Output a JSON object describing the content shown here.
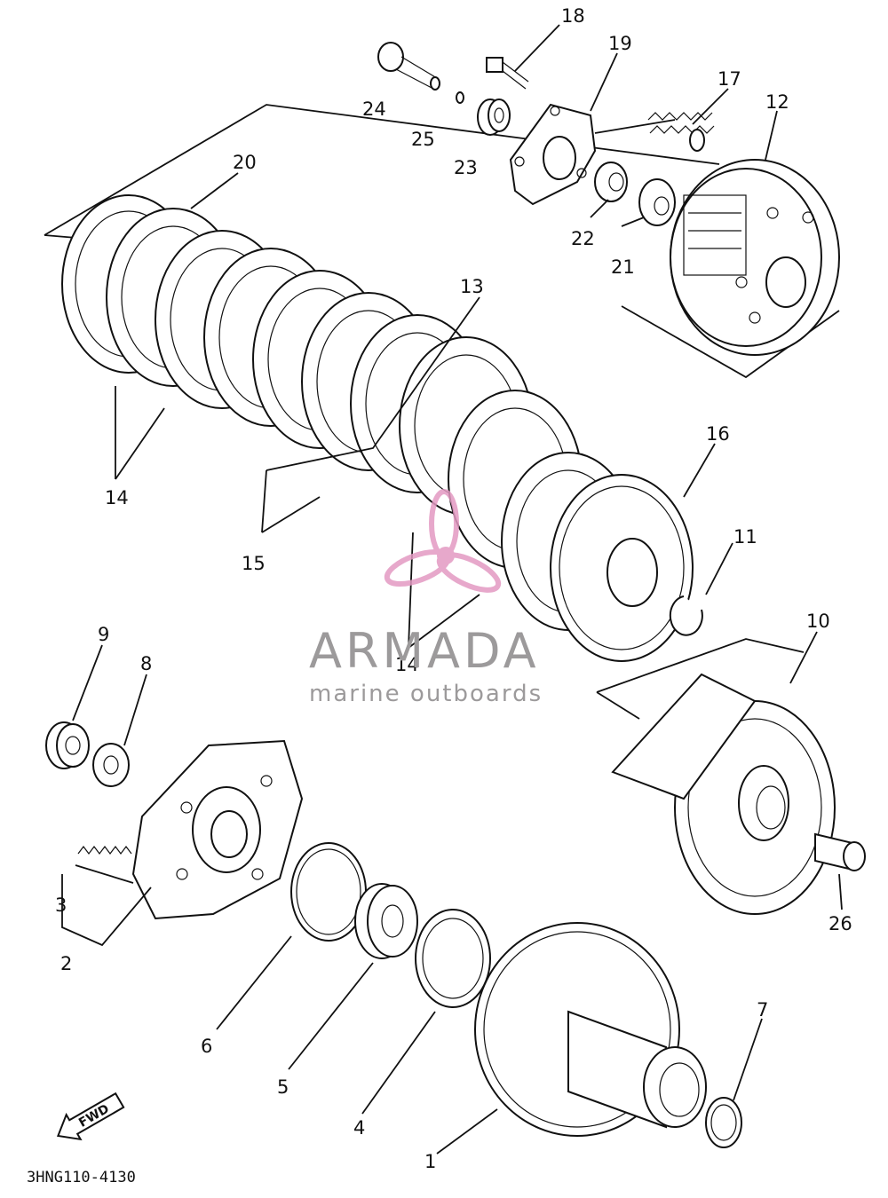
{
  "diagram": {
    "part_numbers": [
      "1",
      "2",
      "3",
      "4",
      "5",
      "6",
      "7",
      "8",
      "9",
      "10",
      "11",
      "12",
      "13",
      "14",
      "14",
      "15",
      "16",
      "17",
      "18",
      "19",
      "20",
      "21",
      "22",
      "23",
      "24",
      "25",
      "26"
    ],
    "reference_code": "3HNG110-4130",
    "direction_marker": "FWD"
  },
  "watermark": {
    "brand": "ARMADA",
    "tagline": "marine outboards",
    "logo_color": "#e39ac2",
    "text_color": "#9c9a9b"
  }
}
